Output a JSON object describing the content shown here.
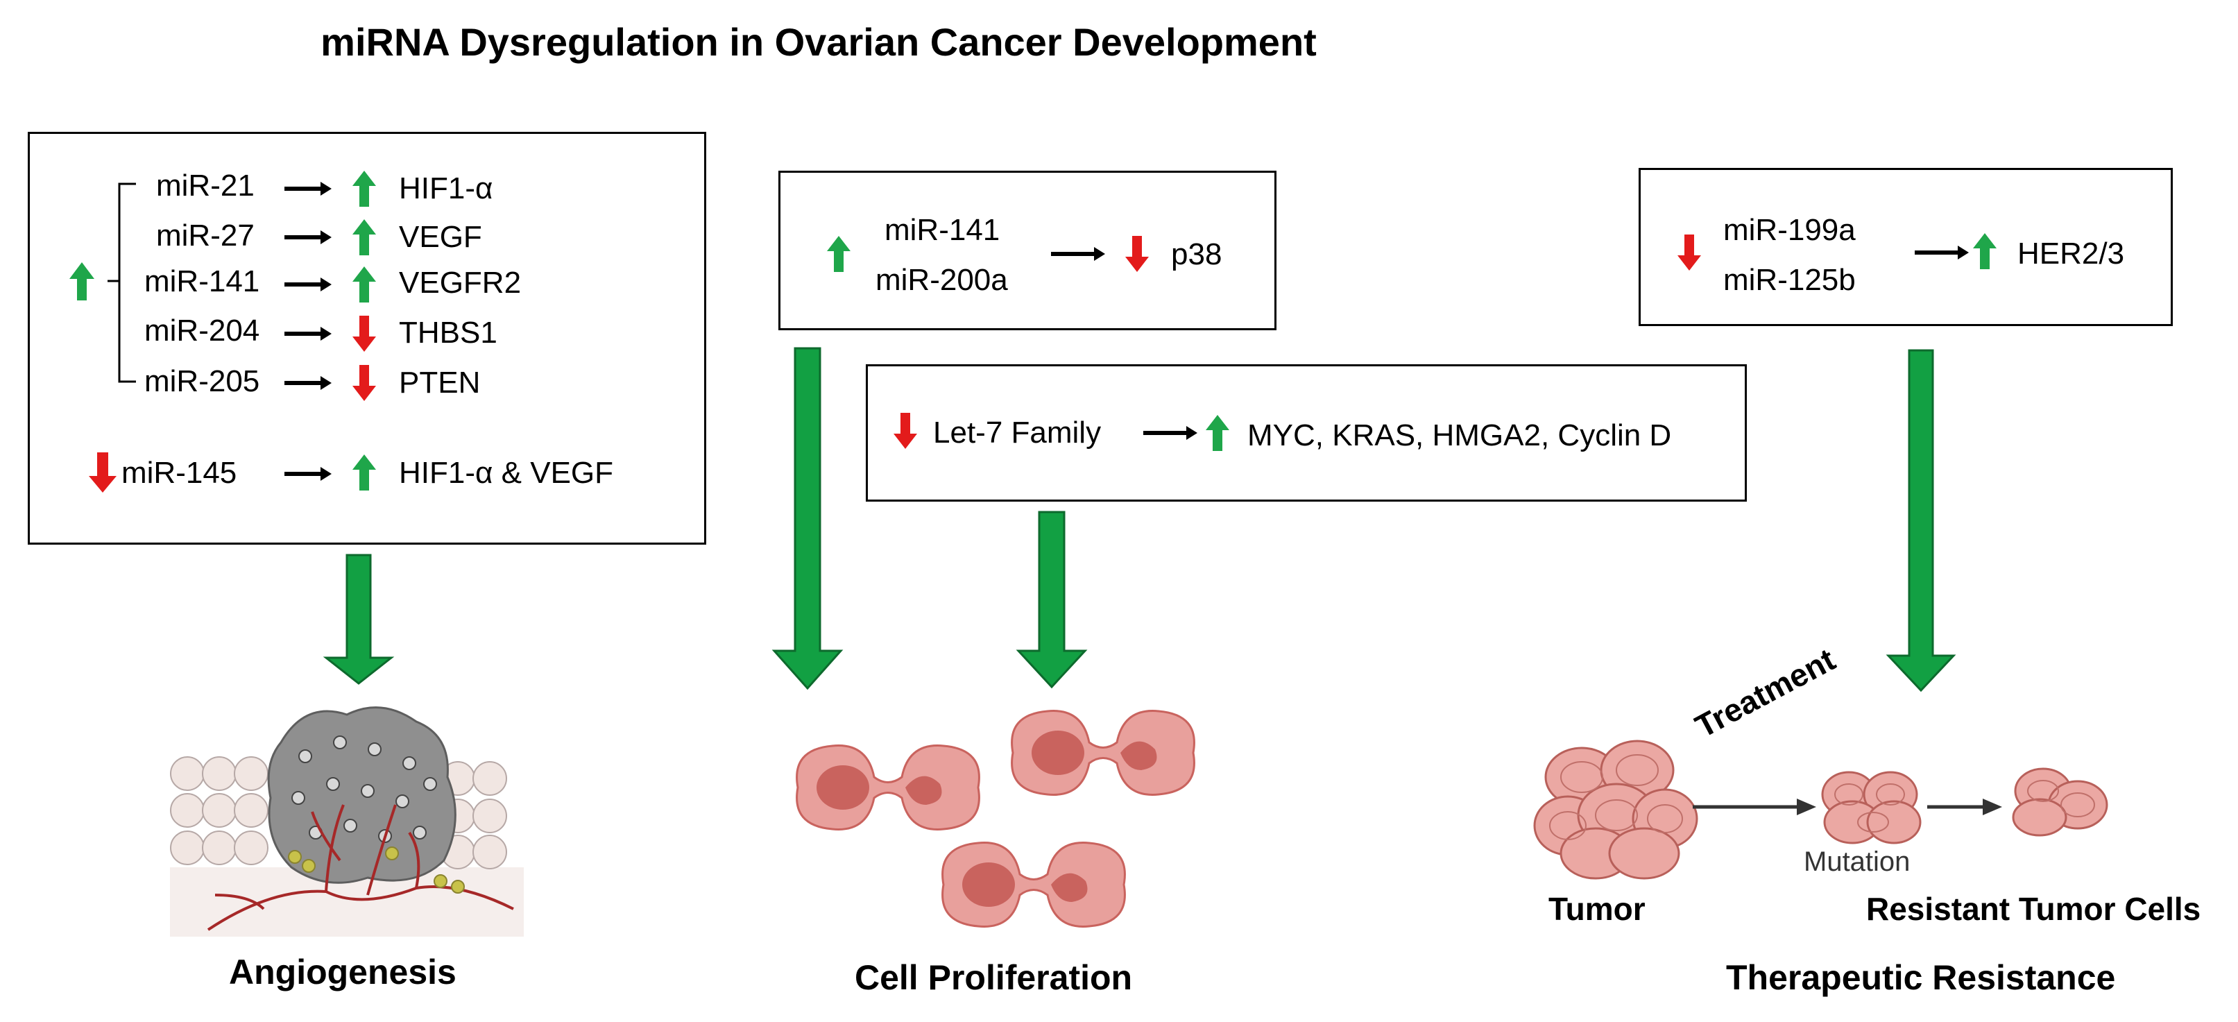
{
  "title": "miRNA Dysregulation in Ovarian Cancer Development",
  "colors": {
    "up": "#1fa64a",
    "down": "#e31b1b",
    "big_arrow": "#12a043",
    "cell": "#e8a09c",
    "cell_dark": "#c9635e"
  },
  "angiogenesis": {
    "rows": [
      {
        "mirna": "miR-21",
        "direction": "up",
        "target": "HIF1-α"
      },
      {
        "mirna": "miR-27",
        "direction": "up",
        "target": "VEGF"
      },
      {
        "mirna": "miR-141",
        "direction": "up",
        "target": "VEGFR2"
      },
      {
        "mirna": "miR-204",
        "direction": "down",
        "target": "THBS1"
      },
      {
        "mirna": "miR-205",
        "direction": "down",
        "target": "PTEN"
      }
    ],
    "group_direction": "up",
    "row145": {
      "mirna": "miR-145",
      "direction": "down",
      "target_direction": "up",
      "target": "HIF1-α & VEGF"
    },
    "label": "Angiogenesis"
  },
  "proliferation": {
    "box1": {
      "mirna_1": "miR-141",
      "mirna_2": "miR-200a",
      "direction": "up",
      "target_direction": "down",
      "target": "p38"
    },
    "box2": {
      "mirna": "Let-7 Family",
      "direction": "down",
      "target_direction": "up",
      "target": "MYC, KRAS, HMGA2, Cyclin D"
    },
    "label": "Cell Proliferation"
  },
  "resistance": {
    "box": {
      "mirna_1": "miR-199a",
      "mirna_2": "miR-125b",
      "direction": "down",
      "target_direction": "up",
      "target": "HER2/3"
    },
    "tumor_label": "Tumor",
    "treatment_label": "Treatment",
    "mutation_label": "Mutation",
    "resistant_label": "Resistant Tumor Cells",
    "label": "Therapeutic Resistance"
  }
}
